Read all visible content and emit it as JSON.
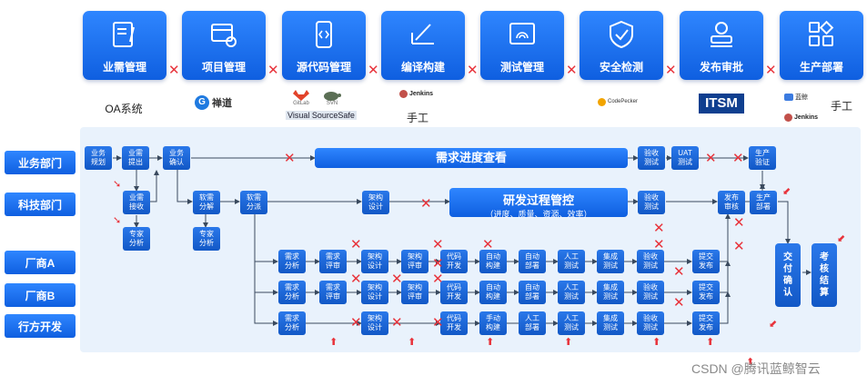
{
  "stages": [
    {
      "label": "业需管理",
      "icon": "document-edit-icon"
    },
    {
      "label": "项目管理",
      "icon": "settings-card-icon"
    },
    {
      "label": "源代码管理",
      "icon": "code-tablet-icon"
    },
    {
      "label": "编译构建",
      "icon": "ruler-pen-icon"
    },
    {
      "label": "测试管理",
      "icon": "fingerprint-screen-icon"
    },
    {
      "label": "安全检测",
      "icon": "shield-check-icon"
    },
    {
      "label": "发布审批",
      "icon": "stamp-icon"
    },
    {
      "label": "生产部署",
      "icon": "apps-grid-icon"
    }
  ],
  "tools": {
    "oa": "OA系统",
    "project": "禅道",
    "source_a": "GitLab",
    "source_b": "SVN",
    "source_c": "Visual SourceSafe",
    "build_a": "Jenkins",
    "build_b": "手工",
    "security": "CodePecker",
    "itsm": "ITSM",
    "deploy_a": "蓝鲸",
    "deploy_b": "Jenkins",
    "deploy_c": "手工"
  },
  "lanes": [
    "业务部门",
    "科技部门",
    "厂商A",
    "厂商B",
    "行方开发"
  ],
  "nodes": {
    "biz_plan": "业务\n规划",
    "biz_submit": "业需\n提出",
    "biz_confirm": "业务\n确认",
    "biz_receive": "业需\n接收",
    "expert1": "专家\n分析",
    "sw_decompose": "软需\n分解",
    "expert2": "专家\n分析",
    "sw_dispatch": "软需\n分派",
    "arch1": "架构\n设计",
    "accept_top": "验收\n测试",
    "uat": "UAT\n测试",
    "accept_mid": "验收\n测试",
    "release_review": "发布\n审核",
    "prod_verify": "生产\n验证",
    "prod_deploy": "生产\n部署",
    "req_analysis": "需求\n分析",
    "req_review": "需求\n评审",
    "arch_design": "架构\n设计",
    "arch_review": "架构\n评审",
    "code_dev": "代码\n开发",
    "auto_build": "自动\n构建",
    "auto_deploy": "自动\n部署",
    "manual_test": "人工\n测试",
    "integ_test": "集成\n测试",
    "accept_test": "验收\n测试",
    "submit_release": "提交\n发布",
    "manual_build": "手动\n构建",
    "manual_deploy": "人工\n部署",
    "deliver_confirm": "交\n付\n确\n认",
    "assess_settle": "考\n核\n结\n算"
  },
  "bars": {
    "progress_title": "需求进度查看",
    "control_title": "研发过程管控",
    "control_sub": "（进度、质量、资源、效率）"
  },
  "watermark": "CSDN @腾讯蓝鲸智云"
}
